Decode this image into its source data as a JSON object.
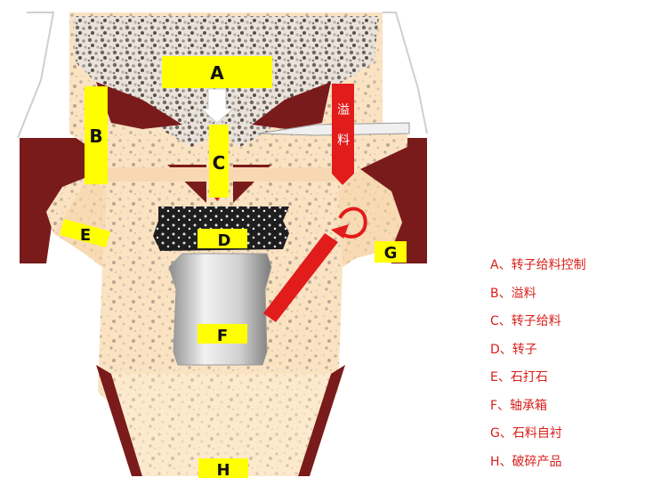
{
  "diagram": {
    "labels": {
      "A": "A",
      "B": "B",
      "C": "C",
      "D": "D",
      "E": "E",
      "F": "F",
      "G": "G",
      "H": "H"
    },
    "overflow_vertical_text": [
      "溢",
      "料"
    ],
    "colors": {
      "body": "#fbe3c2",
      "liner": "#7a1b1b",
      "label_box": "#ffff00",
      "red_marker": "#e21b1b",
      "rotor": "#222222",
      "bearing": "#d9d9d9",
      "legend_text": "#d8201b"
    }
  },
  "legend": [
    "A、转子给料控制",
    "B、溢料",
    "C、转子给料",
    "D、转子",
    "E、石打石",
    "F、轴承箱",
    "G、石料自衬",
    "H、破碎产品"
  ]
}
